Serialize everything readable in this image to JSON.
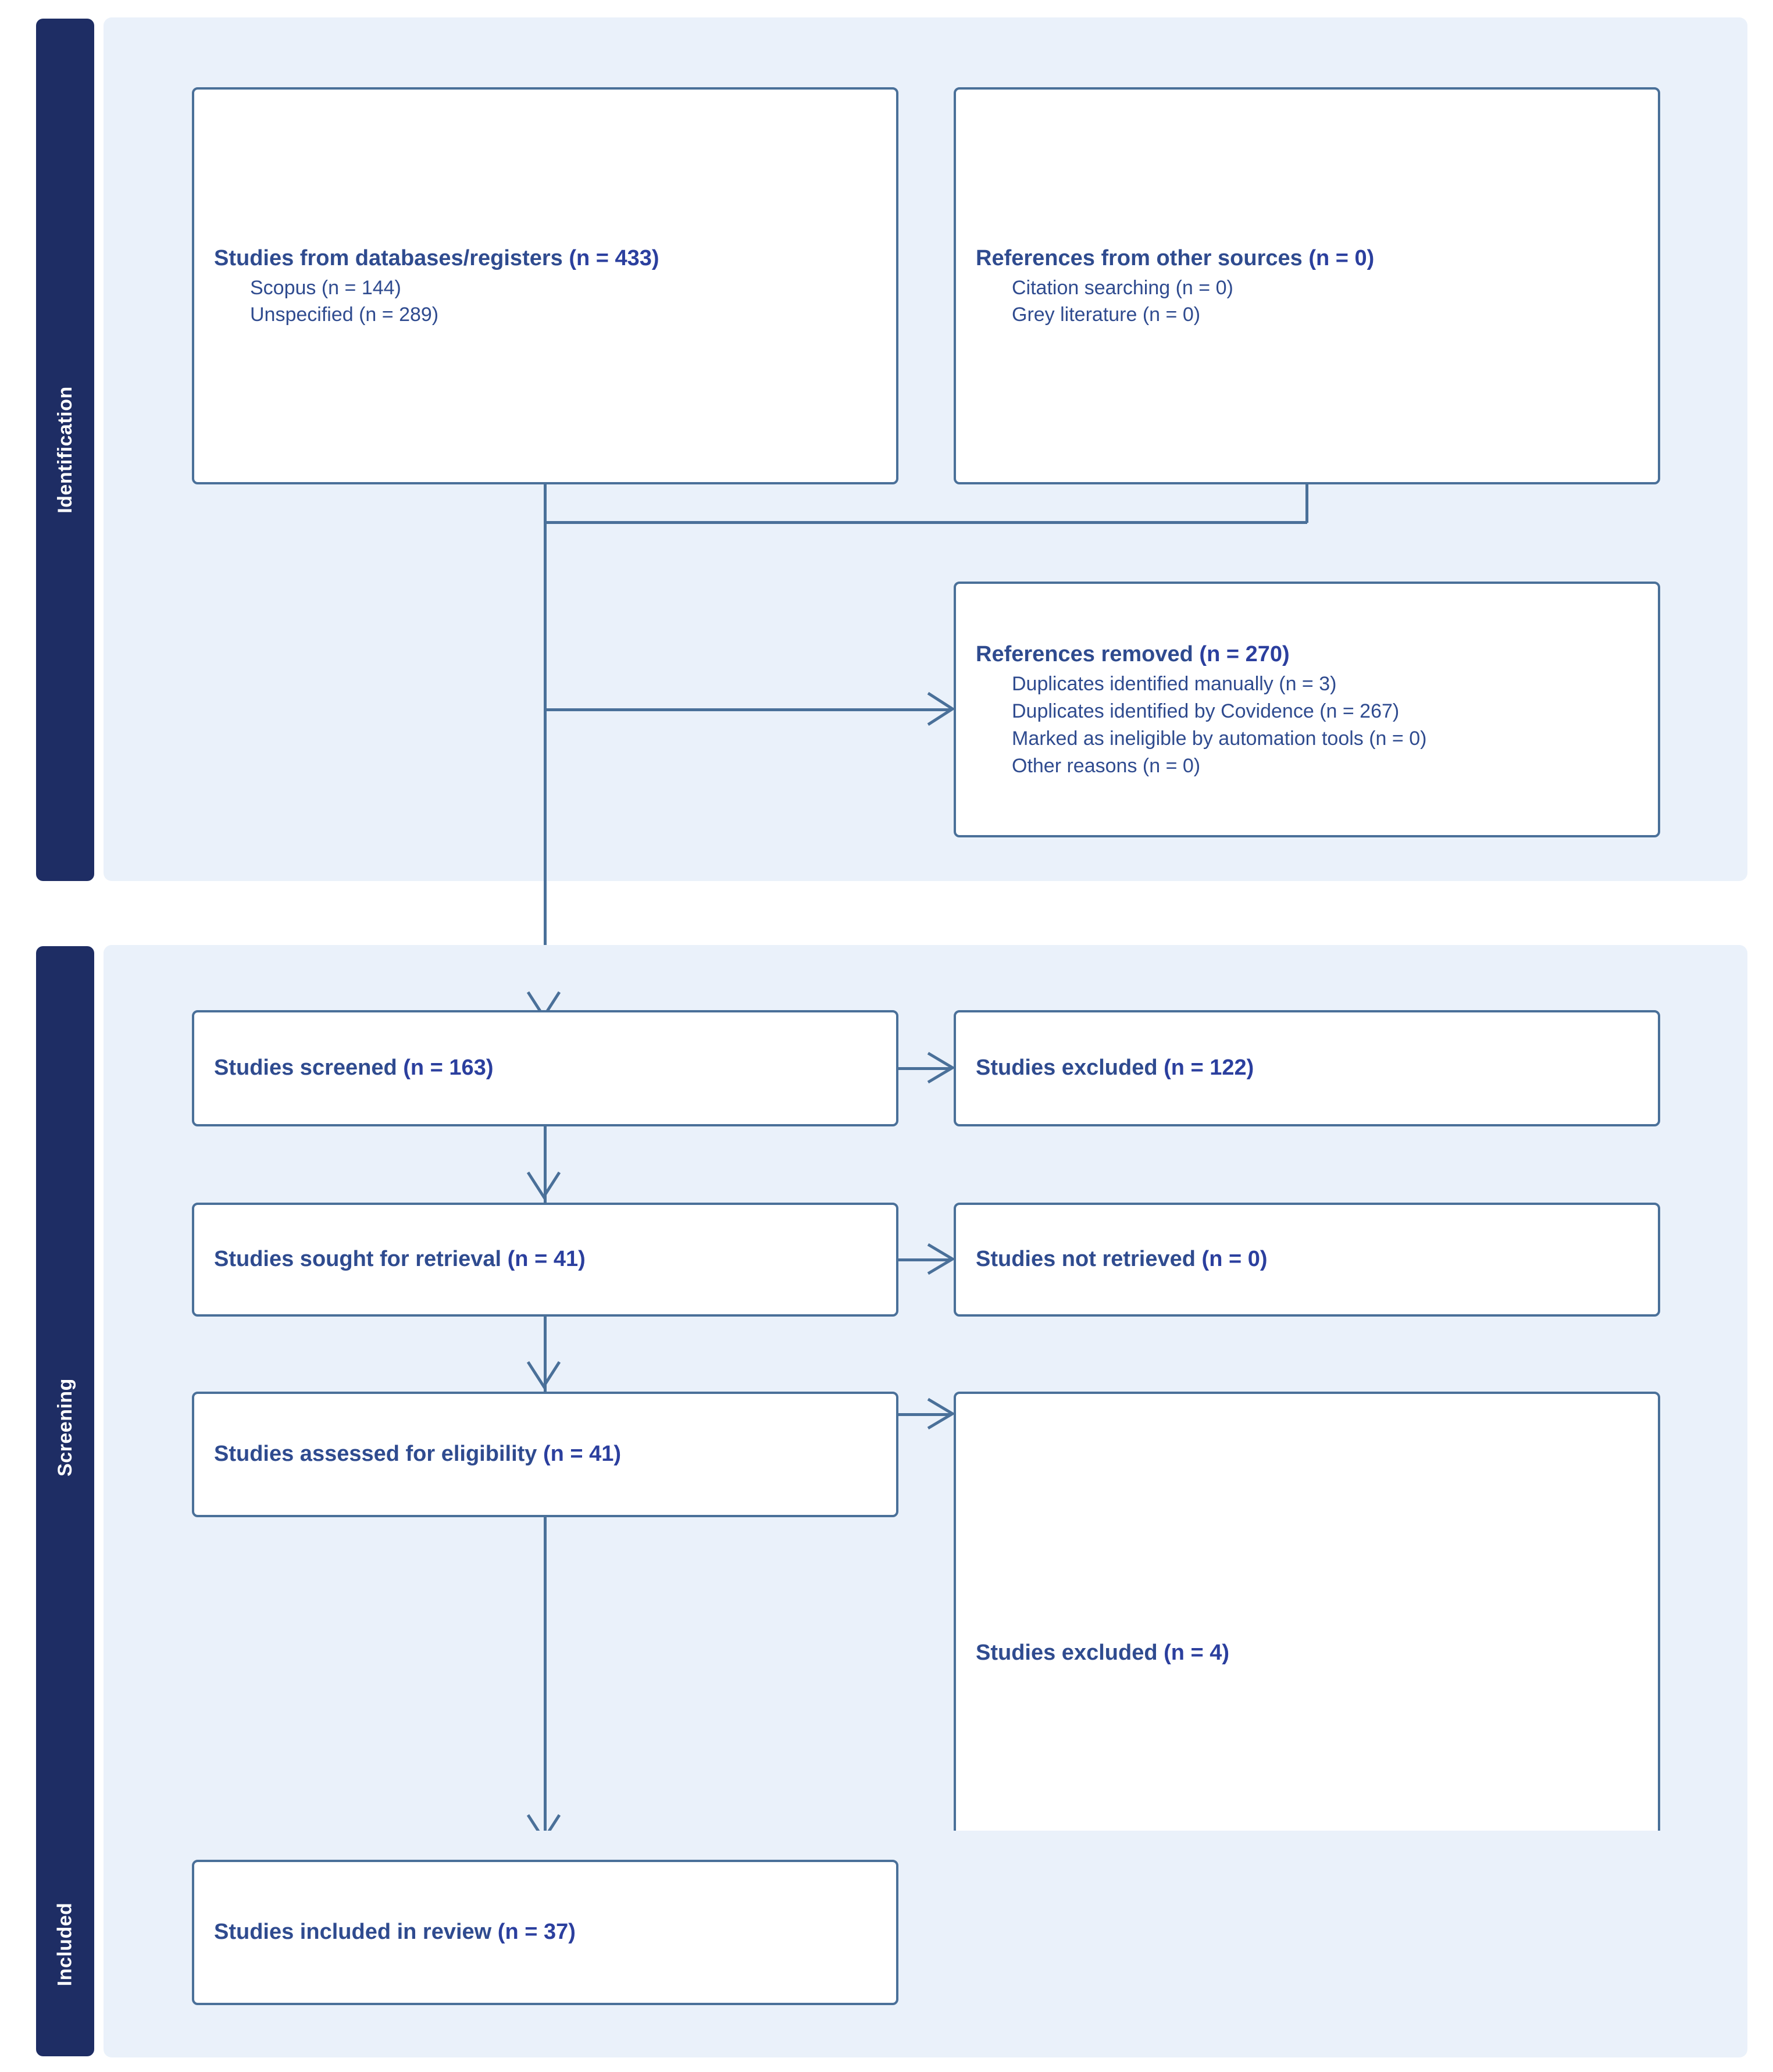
{
  "diagram": {
    "title": "PRISMA flow diagram",
    "accent_border": "#4a7099",
    "accent_text": "#2f4b8f",
    "sidebar_bg": "#1e2d64",
    "panel_bg": "#eaf1fa"
  },
  "sections": {
    "identification": {
      "label": "Identification"
    },
    "screening": {
      "label": "Screening"
    },
    "included": {
      "label": "Included"
    }
  },
  "boxes": {
    "databases": {
      "headline": "Studies from databases/registers (n = 433)",
      "sublines": [
        "Scopus (n = 144)",
        "Unspecified (n = 289)"
      ]
    },
    "other_sources": {
      "headline": "References from other sources (n = 0)",
      "sublines": [
        "Citation searching (n = 0)",
        "Grey literature (n = 0)"
      ]
    },
    "removed": {
      "headline": "References removed (n = 270)",
      "sublines": [
        "Duplicates identified manually (n = 3)",
        "Duplicates identified by Covidence (n = 267)",
        "Marked as ineligible by automation tools (n = 0)",
        "Other reasons (n = 0)"
      ]
    },
    "screened": {
      "headline": "Studies screened (n = 163)",
      "sublines": []
    },
    "screened_excluded": {
      "headline": "Studies excluded (n = 122)",
      "sublines": []
    },
    "sought": {
      "headline": "Studies sought for retrieval (n = 41)",
      "sublines": []
    },
    "not_retrieved": {
      "headline": "Studies not retrieved (n = 0)",
      "sublines": []
    },
    "assessed": {
      "headline": "Studies assessed for eligibility (n = 41)",
      "sublines": []
    },
    "assessed_excluded": {
      "headline": "Studies excluded (n = 4)",
      "sublines": []
    },
    "included_review": {
      "headline": "Studies included in review (n = 37)",
      "sublines": []
    }
  }
}
